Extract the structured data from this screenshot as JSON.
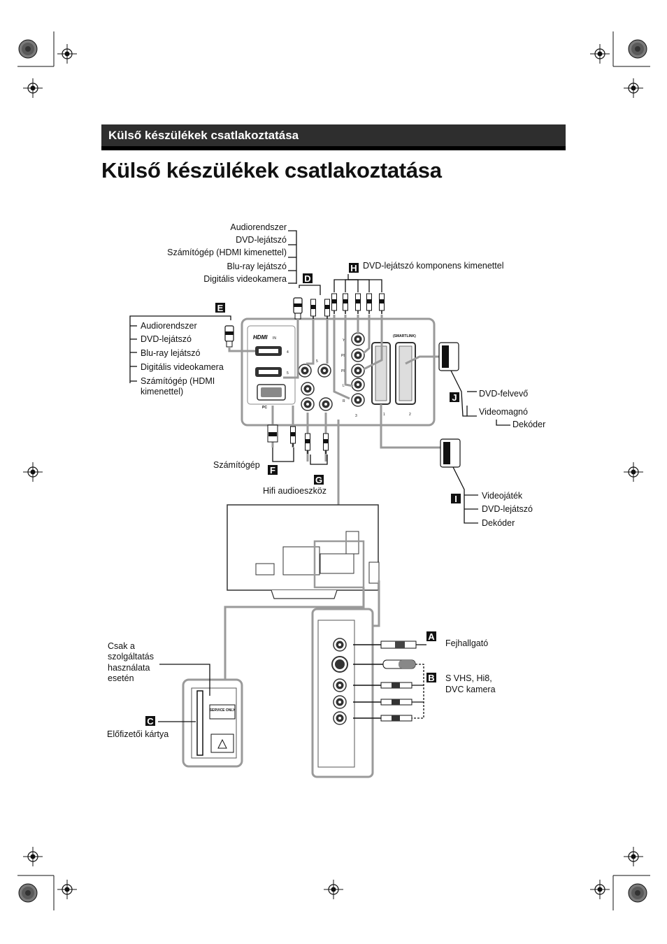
{
  "header": {
    "banner": "Külső készülékek csatlakoztatása",
    "title": "Külső készülékek csatlakoztatása"
  },
  "boxes": {
    "A": "A",
    "B": "B",
    "C": "C",
    "D": "D",
    "E": "E",
    "F": "F",
    "G": "G",
    "H": "H",
    "I": "I",
    "J": "J"
  },
  "labels": {
    "d_list": [
      "Audiorendszer",
      "DVD-lejátszó",
      "Számítógép (HDMI kimenettel)",
      "Blu-ray lejátszó",
      "Digitális videokamera"
    ],
    "h_text": "DVD-lejátszó komponens kimenettel",
    "e_list": [
      "Audiorendszer",
      "DVD-lejátszó",
      "Blu-ray lejátszó",
      "Digitális videokamera",
      "Számítógép (HDMI",
      "kimenettel)"
    ],
    "j_list": [
      "DVD-felvevő",
      "Videomagnó",
      "Dekóder"
    ],
    "f_text": "Számítógép",
    "g_text": "Hifi audioeszköz",
    "i_list": [
      "Videojáték",
      "DVD-lejátszó",
      "Dekóder"
    ],
    "a_text": "Fejhallgató",
    "b_list": [
      "S VHS, Hi8,",
      "DVC kamera"
    ],
    "service_note": [
      "Csak a",
      "szolgáltatás",
      "használata",
      "esetén"
    ],
    "c_text": "Előfizetői kártya"
  },
  "panel_text": {
    "hdmi_logo": "HDMI",
    "hdmi_in": "IN",
    "port_4": "4",
    "port_5": "5",
    "pc_label": "PC",
    "smartlink": "(SMARTLINK)",
    "scart_1": "1",
    "scart_2": "2",
    "jack_5": "5",
    "jack_3": "3",
    "comp_y": "Y",
    "comp_pb": "PB",
    "comp_pr": "PR",
    "audio_l": "L",
    "audio_r": "R",
    "service_only": "SERVICE ONLY"
  }
}
